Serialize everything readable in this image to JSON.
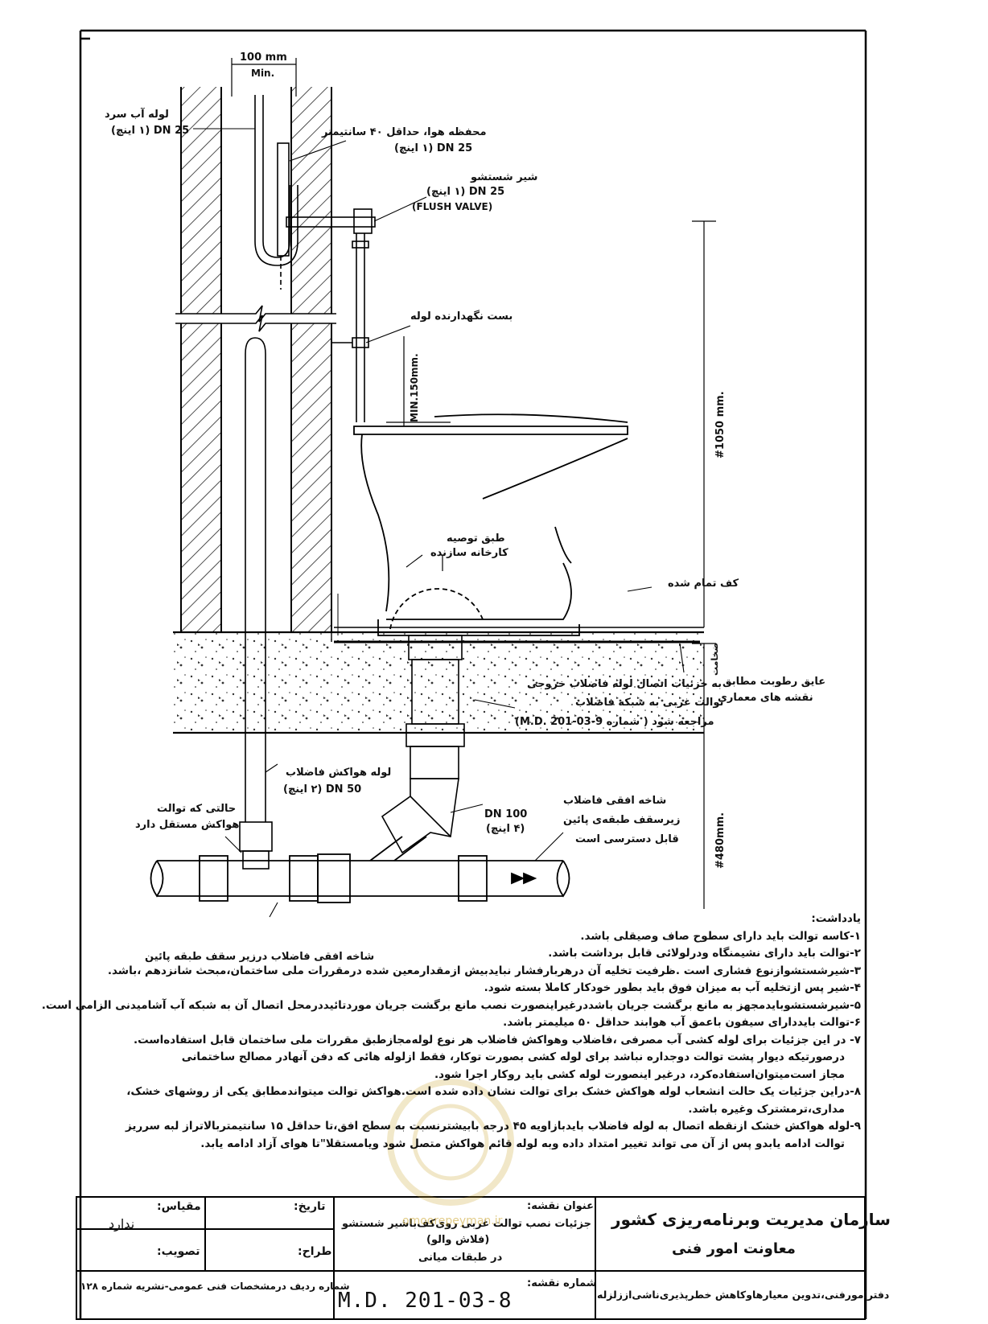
{
  "dims": {
    "top": "100 mm",
    "top_sub": "Min.",
    "side_height": "#1050 mm.",
    "side_low": "#480mm.",
    "valve_gap": "MIN.150mm.",
    "floor_thk": "ضخامت"
  },
  "labels": {
    "cold_pipe": [
      "لوله آب سرد",
      "DN 25 (۱ اینچ)"
    ],
    "air_chamber": [
      "محفظه هوا، حداقل ۴۰ سانتیمتر",
      "DN 25 (۱ اینچ)"
    ],
    "flush_valve": [
      "شیر شستشو",
      "DN 25 (۱ اینچ)",
      "(FLUSH VALVE)"
    ],
    "pipe_clamp": "بست نگهدارنده لوله",
    "manufacturer": [
      "طبق توصیه",
      "کارخانه سازنده"
    ],
    "finished_floor": "کف تمام شده",
    "waterproof": [
      "عایق رطوبت مطابق",
      "نقشه های معماری"
    ],
    "outlet_detail": [
      "به جزئیات اتصال لوله فاضلاب خروجی",
      "توالت غربی به شبکه فاضلاب",
      "مراجعه شود ( شماره M.D. 201-03-9)"
    ],
    "vent_pipe": [
      "لوله هواکش فاضلاب",
      "DN 50 (۲ اینچ)"
    ],
    "vent_case": [
      "حالتی که توالت",
      "هواکش مستقل دارد"
    ],
    "dn100": [
      "DN 100",
      "(۴ اینچ)"
    ],
    "branch_right": [
      "شاخه افقی فاضلاب",
      "زیرسقف طبقه‌ی پائین",
      "قابل دسترسی است"
    ],
    "branch_bottom": "شاخه افقی فاضلاب درزیر سقف طبقه پائین"
  },
  "notes": {
    "title": "یادداشت:",
    "items": [
      "۱-کاسه توالت باید دارای سطوح صاف وصیقلی باشد.",
      "۲-توالت باید دارای نشیمنگاه ودرلولائی قابل برداشت باشد.",
      "۳-شیرشستشوازنوع فشاری است .ظرفیت تخلیه آن درهربارفشار نبایدبیش ازمقدارمعین شده درمقررات ملی ساختمان،مبحث شانزدهم ،باشد.",
      "۴-شیر پس ازتخلیه آب به میزان فوق باید بطور خودکار کاملا بسته شود.",
      "۵-شیرشستشوبایدمجهز به مانع برگشت جریان باشددرغیراینصورت نصب مانع برگشت جریان موردتائیددرمحل اتصال آن به شبکه آب آشامیدنی الزامی است.",
      "۶-توالت بایددارای سیفون باعمق آب هوابند حداقل ۵۰ میلیمتر باشد.",
      "۷- در این جزئیات برای لوله کشی آب مصرفی ،فاضلاب وهواکش فاضلاب هر نوع لوله‌مجازطبق مقررات ملی ساختمان قابل استفاده‌است.",
      "درصورتیکه دیوار پشت توالت دوجداره نباشد برای لوله کشی بصورت توکار، فقط ازلوله هائی که دفن آنهادر مصالح ساختمانی",
      "مجاز است‌میتوان‌استفاده‌کرد، درغیر اینصورت لوله کشی باید روکار اجرا شود.",
      "۸-دراین جزئیات یک حالت انشعاب لوله هواکش خشک برای توالت نشان داده شده است.هواکش توالت میتواندمطابق یکی از روشهای خشک،",
      "مداری،ترمشترک وغیره باشد.",
      "۹-لوله هواکش خشک ازنقطه اتصال به لوله فاضلاب بایدبازاویه ۴۵ درجه بابیشترنسبت به سطح افق،تا حداقل ۱۵ سانتیمتربالاتراز لبه سرریز",
      "توالت ادامه یابدو پس از آن می تواند تغییر امتداد داده وبه لوله قائم هواکش متصل شود ویامستقلا\"تا هوای آزاد ادامه یابد."
    ]
  },
  "titleblock": {
    "org1": "سازمان مدیریت وبرنامه‌ریزی کشور",
    "org2": "معاونت امور فنی",
    "office": "دفترامورفنی،تدوین معیارهاوکاهش خطرپذیری‌ناشی‌اززلزله",
    "title_label": "عنوان نقشه:",
    "title_line1": "جزئیات نصب توالت غربی روی‌کف‌باشیر شستشو",
    "title_line2": "(فلاش والو)",
    "title_line3": "در طبقات میانی",
    "date_label": "تاریخ:",
    "scale_label": "مقیاس:",
    "scale_value": "ندارد",
    "designer_label": "طراح:",
    "approval_label": "تصویب:",
    "number_label": "شماره نقشه:",
    "number_value": "M.D.  201-03-8",
    "ref_row": "شماره ردیف درمشخصات فنی عمومی-نشریه شماره ۱۲۸",
    "watermark": "omoorepeyman.ir"
  }
}
